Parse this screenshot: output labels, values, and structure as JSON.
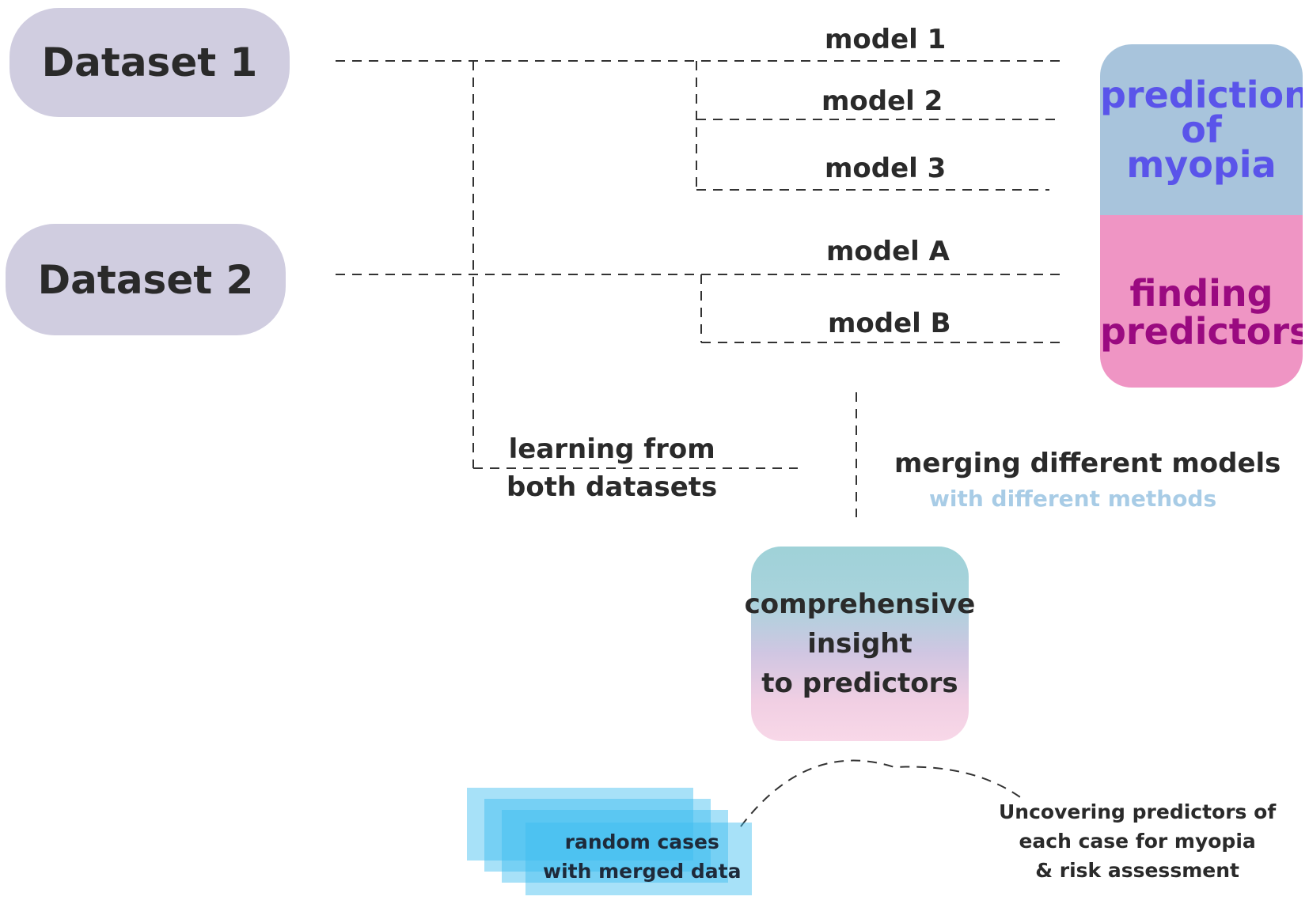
{
  "datasets": {
    "d1": "Dataset 1",
    "d2": "Dataset 2"
  },
  "models": {
    "m1": "model 1",
    "m2": "model 2",
    "m3": "model 3",
    "mA": "model A",
    "mB": "model B"
  },
  "outcomes": {
    "prediction_1": "prediction",
    "prediction_2": "of",
    "prediction_3": "myopia",
    "finding_1": "finding",
    "finding_2": "predictors"
  },
  "learning": {
    "line1": "learning from",
    "line2": "both datasets"
  },
  "merging": {
    "line1": "merging different models",
    "line2": "with different methods"
  },
  "insight": {
    "line1": "comprehensive",
    "line2": "insight",
    "line3": "to predictors"
  },
  "cases": {
    "line1": "random cases",
    "line2": "with merged data"
  },
  "uncover": {
    "line1": "Uncovering predictors of",
    "line2": "each case for myopia",
    "line3": "& risk assessment"
  },
  "colors": {
    "dataset_fill": "#d0cde0",
    "prediction_fill": "#a8c4dc",
    "prediction_text": "#5a54ea",
    "finding_fill": "#ef95c4",
    "finding_text": "#9a0a80",
    "methods_text": "#a8cce6",
    "cases_fill": "#3cbcf0"
  }
}
